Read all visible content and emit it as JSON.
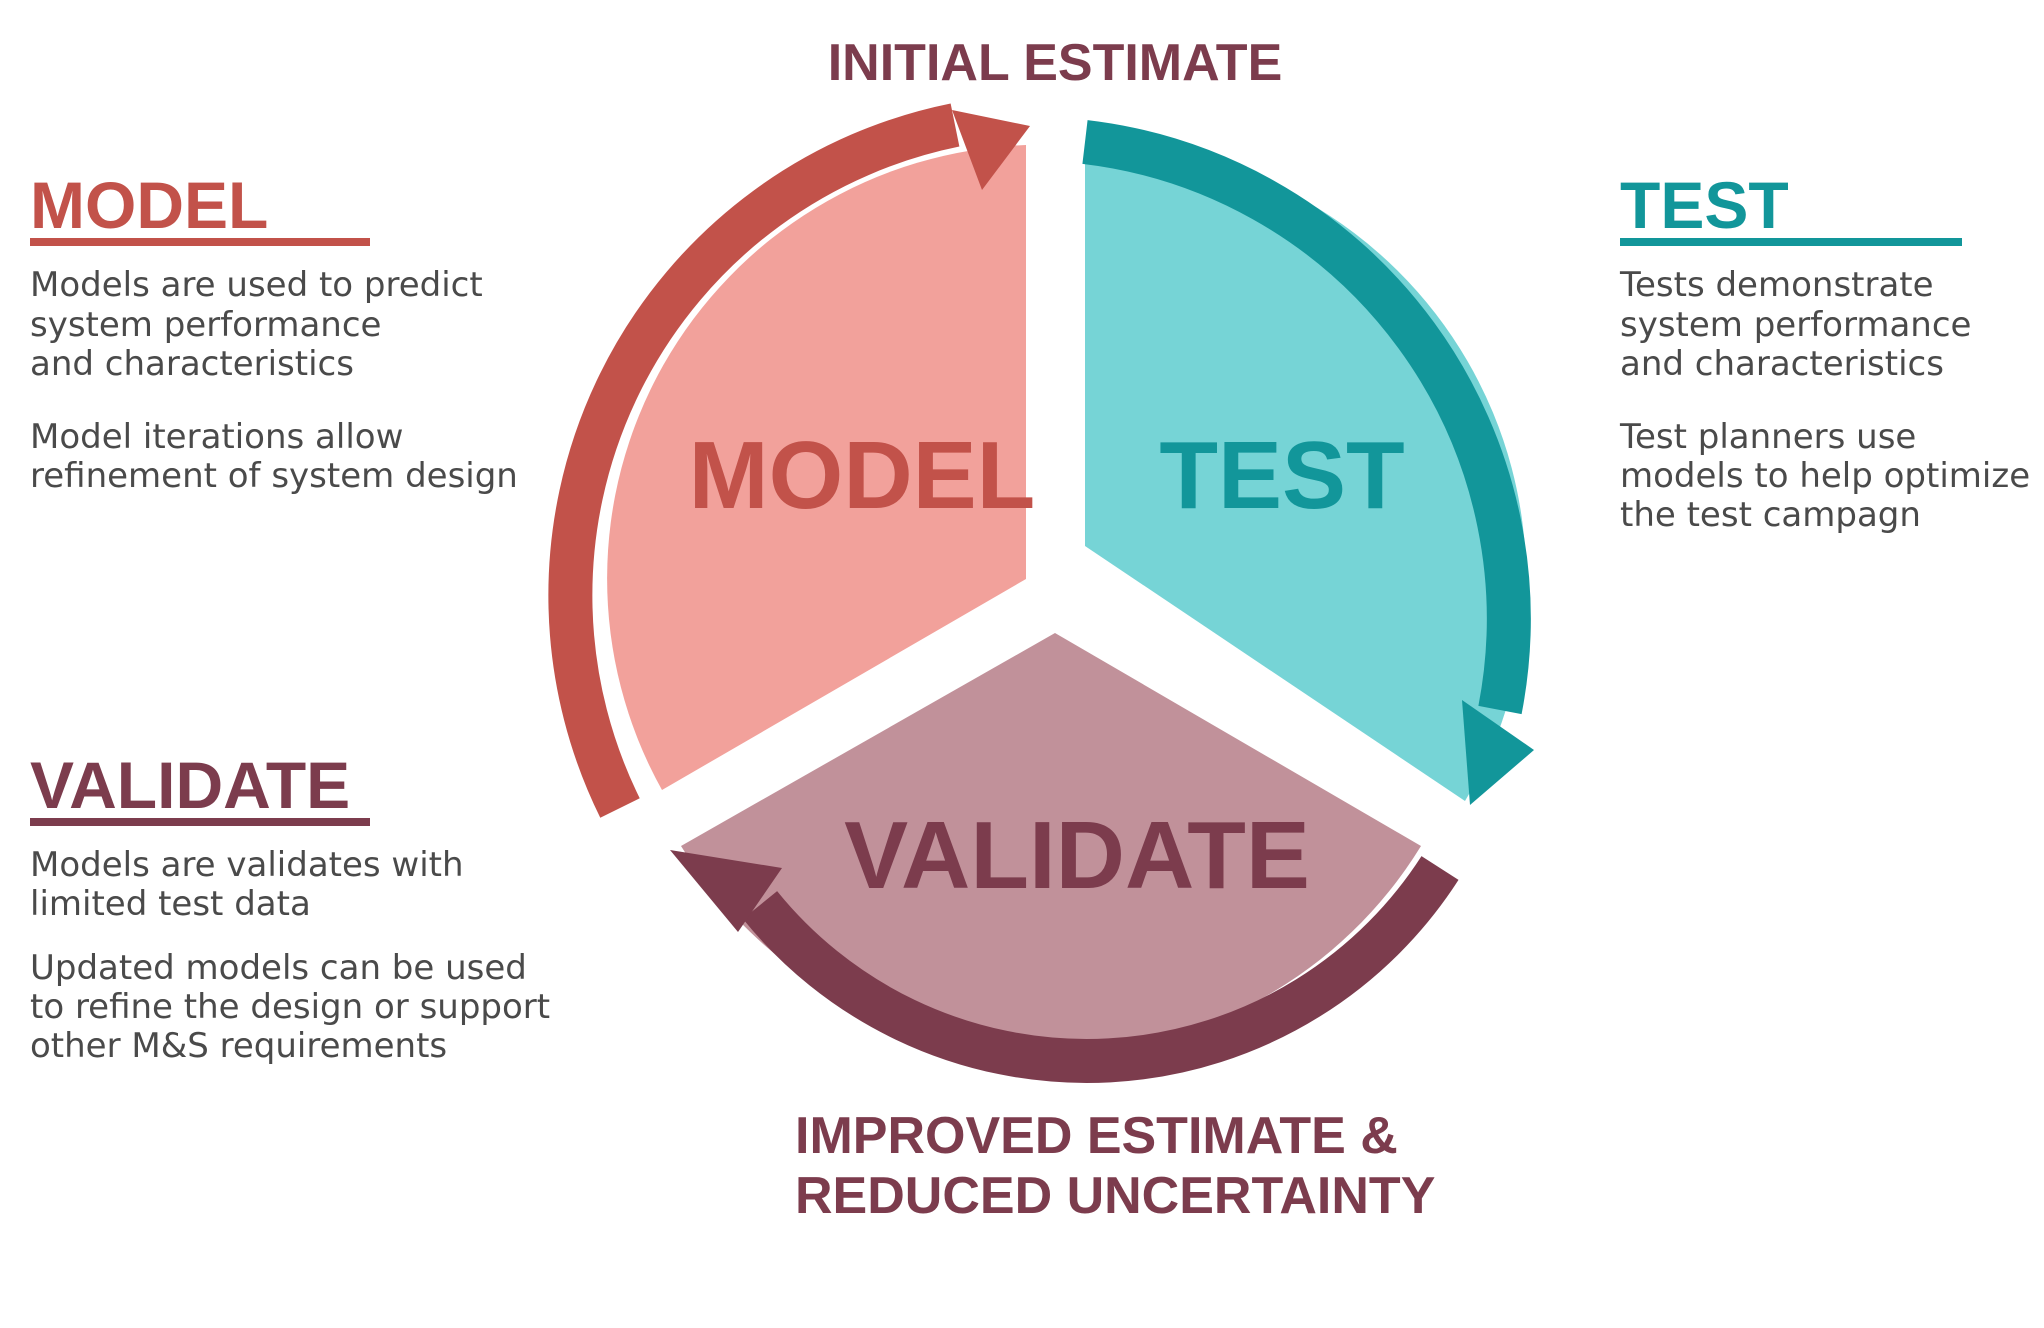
{
  "top_label": "INITIAL ESTIMATE",
  "bottom_label": [
    "IMPROVED ESTIMATE &",
    "REDUCED UNCERTAINTY"
  ],
  "segments": {
    "model": "MODEL",
    "test": "TEST",
    "validate": "VALIDATE"
  },
  "panels": {
    "model": {
      "title": "MODEL",
      "paragraphs": [
        [
          "Models are used to predict",
          "system performance",
          "and characteristics"
        ],
        [
          "Model iterations allow",
          "refinement of system design"
        ]
      ]
    },
    "test": {
      "title": "TEST",
      "paragraphs": [
        [
          "Tests demonstrate",
          "system performance",
          "and characteristics"
        ],
        [
          "Test planners use",
          "models to help optimize",
          "the test campagn"
        ]
      ]
    },
    "validate": {
      "title": "VALIDATE",
      "paragraphs": [
        [
          "Models are validates with",
          "limited test data"
        ],
        [
          "Updated models can be used",
          "to refine the design or support",
          "other M&S requirements"
        ]
      ]
    }
  },
  "colors": {
    "model_dark": "#C2524A",
    "model_light": "#F2A19B",
    "test_dark": "#12969A",
    "test_light": "#76D4D6",
    "validate_dark": "#7C3C4D",
    "validate_light": "#C1919A",
    "text_gray": "#4A4A4A"
  }
}
